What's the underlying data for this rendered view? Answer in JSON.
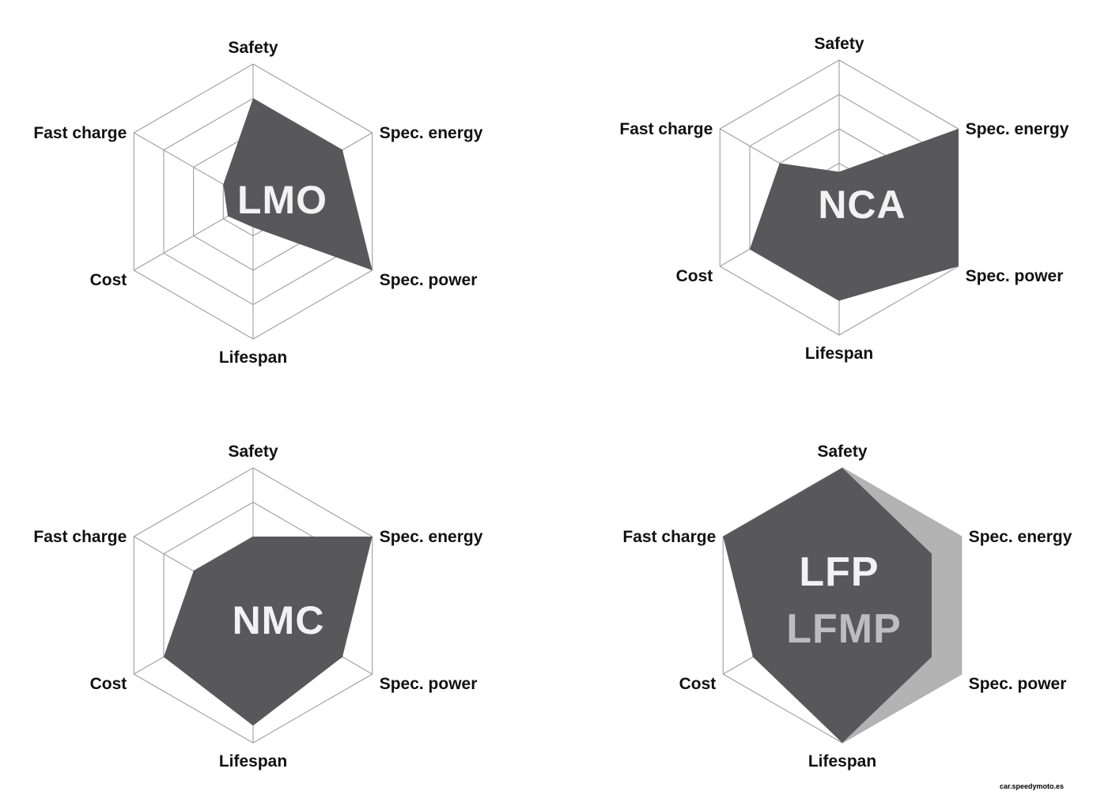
{
  "page": {
    "background": "#ffffff",
    "watermark": "car.speedymoto.es"
  },
  "palette": {
    "dark_fill": "#58585a",
    "light_fill": "#b3b3b3",
    "grid_color": "#9e9e9e",
    "axis_label_color": "#111111",
    "title_white": "#f2f2f2",
    "title_gray": "#bdbdbd"
  },
  "chart_data": [
    {
      "type": "radar",
      "title": "LMO",
      "axes": [
        "Safety",
        "Spec. energy",
        "Spec. power",
        "Lifespan",
        "Cost",
        "Fast charge"
      ],
      "scale_max": 4,
      "rings": 4,
      "grid": true,
      "legend_position": "center",
      "series": [
        {
          "name": "LMO",
          "values": [
            3,
            3,
            4,
            0.75,
            0.85,
            1
          ],
          "fill": "#58585a"
        }
      ],
      "title_lines": [
        {
          "text": "LMO",
          "color": "#f2f2f2"
        }
      ]
    },
    {
      "type": "radar",
      "title": "NCA",
      "axes": [
        "Safety",
        "Spec. energy",
        "Spec. power",
        "Lifespan",
        "Cost",
        "Fast charge"
      ],
      "scale_max": 4,
      "rings": 4,
      "grid": true,
      "legend_position": "center",
      "series": [
        {
          "name": "NCA",
          "values": [
            0.75,
            4,
            4,
            3,
            3,
            2
          ],
          "fill": "#58585a"
        }
      ],
      "title_lines": [
        {
          "text": "NCA",
          "color": "#f2f2f2"
        }
      ]
    },
    {
      "type": "radar",
      "title": "NMC",
      "axes": [
        "Safety",
        "Spec. energy",
        "Spec. power",
        "Lifespan",
        "Cost",
        "Fast charge"
      ],
      "scale_max": 4,
      "rings": 4,
      "grid": true,
      "legend_position": "center",
      "series": [
        {
          "name": "NMC",
          "values": [
            2,
            4,
            3,
            3.5,
            3,
            2
          ],
          "fill": "#58585a"
        }
      ],
      "title_lines": [
        {
          "text": "NMC",
          "color": "#f2f2f2"
        }
      ]
    },
    {
      "type": "radar",
      "title": "LFP / LFMP",
      "axes": [
        "Safety",
        "Spec. energy",
        "Spec. power",
        "Lifespan",
        "Cost",
        "Fast charge"
      ],
      "scale_max": 4,
      "rings": 4,
      "grid": true,
      "legend_position": "center",
      "series": [
        {
          "name": "LFMP",
          "values": [
            4,
            4,
            4,
            4,
            3,
            4
          ],
          "fill": "#b3b3b3"
        },
        {
          "name": "LFP",
          "values": [
            4,
            3,
            3,
            4,
            3,
            4
          ],
          "fill": "#58585a"
        }
      ],
      "title_lines": [
        {
          "text": "LFP",
          "color": "#f2f2f2"
        },
        {
          "text": "LFMP",
          "color": "#bdbdbd"
        }
      ]
    }
  ]
}
